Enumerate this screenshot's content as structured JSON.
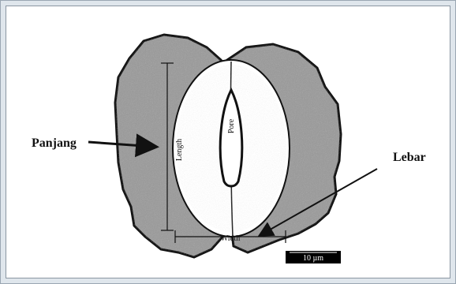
{
  "labels": {
    "length_in": "Length",
    "width_in": "Width",
    "pore": "Pore",
    "panjang": "Panjang",
    "lebar": "Lebar",
    "scale_bar": "10 µm"
  },
  "colors": {
    "background_frame": "#dfe6ec",
    "panel": "#ffffff",
    "epidermal_cell": "#9a9a9a",
    "guard_cell": "#ffffff",
    "outline": "#111111"
  }
}
